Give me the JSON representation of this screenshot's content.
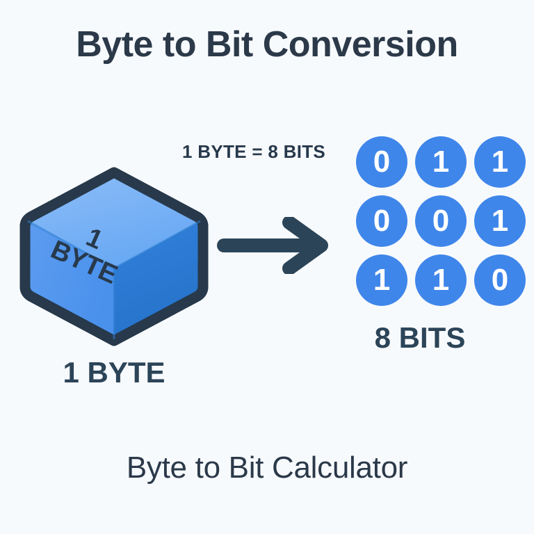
{
  "theme": {
    "background": "#f7fafd",
    "ink": "#2b3949",
    "accent_blue": "#3f86ea",
    "cube_top": "#74b0f5",
    "cube_left": "#4f95ee",
    "cube_right": "#2b7bd4",
    "cube_outline": "#27394b",
    "arrow_color": "#2b4458",
    "bit_text": "#ffffff"
  },
  "header": {
    "title": "Byte to Bit Conversion"
  },
  "equation": {
    "text": "1 BYTE = 8 BITS"
  },
  "cube": {
    "face_number": "1",
    "face_word": "BYTE",
    "caption": "1 BYTE"
  },
  "arrow": {
    "icon": "arrow-right-icon",
    "direction": "right"
  },
  "bits": {
    "caption": "8 BITS",
    "rows": [
      [
        "0",
        "1",
        "1"
      ],
      [
        "0",
        "0",
        "1"
      ],
      [
        "1",
        "1",
        "0"
      ]
    ],
    "flat": [
      "0",
      "1",
      "1",
      "0",
      "0",
      "1",
      "1",
      "1",
      "0"
    ],
    "count": 8
  },
  "footer": {
    "text": "Byte to Bit Calculator"
  }
}
